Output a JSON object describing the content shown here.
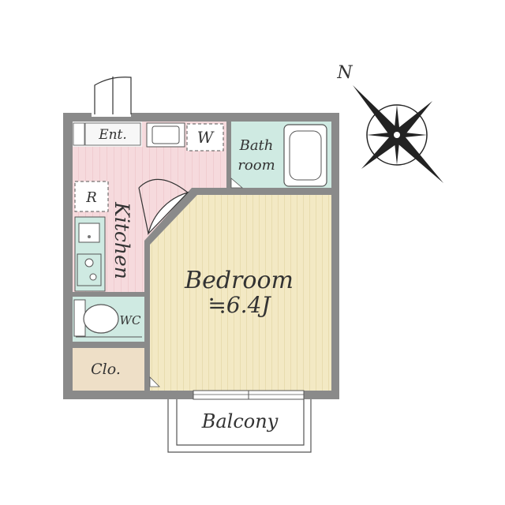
{
  "labels": {
    "entrance": "Ent.",
    "washer": "W",
    "bath_line1": "Bath",
    "bath_line2": "room",
    "refrigerator": "R",
    "kitchen": "Kitchen",
    "wc": "WC",
    "closet": "Clo.",
    "bedroom": "Bedroom",
    "bedroom_size": "≒6.4J",
    "balcony": "Balcony",
    "compass_north": "N"
  },
  "colors": {
    "wall": "#8a8a8a",
    "kitchen_floor": "#f6dadd",
    "bedroom_floor": "#f3e9c4",
    "bathroom_floor": "#cfeae2",
    "wc_floor": "#cfeae2",
    "closet_floor": "#eedfc7",
    "entrance_floor": "#f2f2f2",
    "line": "#333333"
  }
}
